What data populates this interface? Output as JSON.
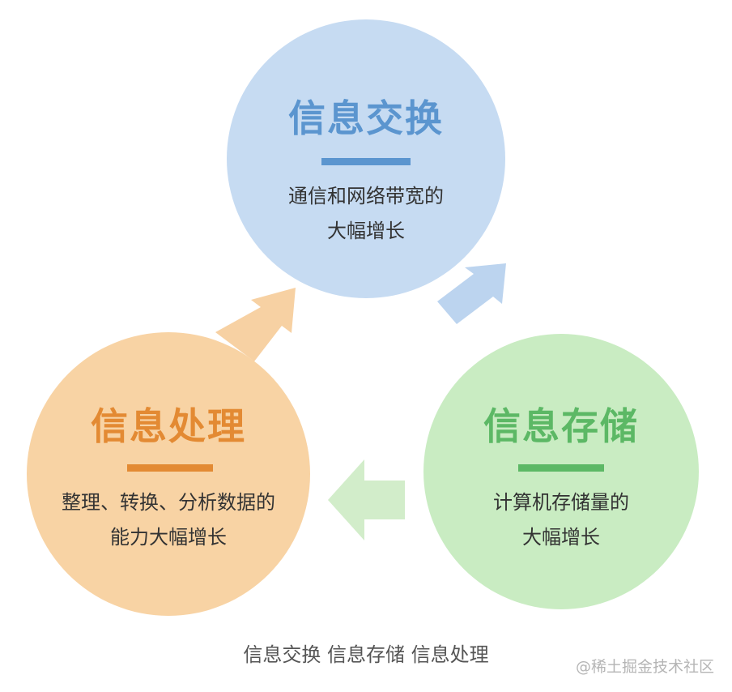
{
  "nodes": {
    "exchange": {
      "title": "信息交换",
      "desc_line1": "通信和网络带宽的",
      "desc_line2": "大幅增长",
      "color": "#c6dbf2",
      "accent": "#5b95cf"
    },
    "storage": {
      "title": "信息存储",
      "desc_line1": "计算机存储量的",
      "desc_line2": "大幅增长",
      "color": "#c9ecc2",
      "accent": "#5cb865"
    },
    "processing": {
      "title": "信息处理",
      "desc_line1": "整理、转换、分析数据的",
      "desc_line2": "能力大幅增长",
      "color": "#f8d3a4",
      "accent": "#e38a33"
    }
  },
  "arrows": {
    "exchange_to_storage_color": "#bcd4ef",
    "storage_to_processing_color": "#d2edca",
    "processing_to_exchange_color": "#f7d1a3"
  },
  "caption": "信息交换 信息存储 信息处理",
  "watermark": "@稀土掘金技术社区"
}
